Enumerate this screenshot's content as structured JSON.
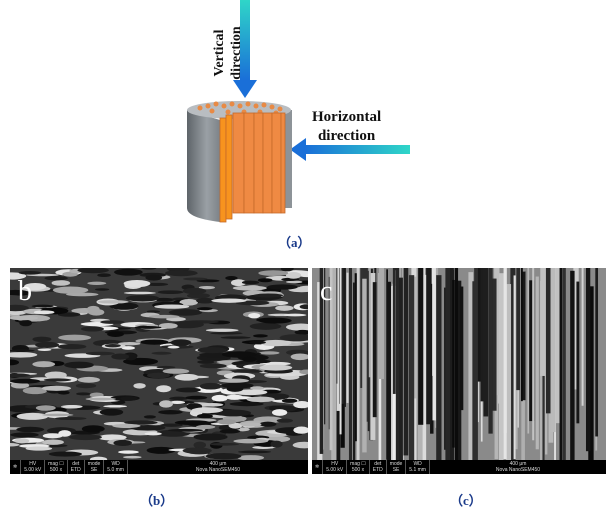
{
  "panel_a": {
    "vertical_label": [
      "Vertical",
      "direction"
    ],
    "horizontal_label": [
      "Horizontal",
      "direction"
    ],
    "caption": "（a）",
    "colors": {
      "arrow_start": "#2fd6c8",
      "arrow_end": "#1a6fd8",
      "cylinder": "#8a9096",
      "fiber": "#f08a3a"
    }
  },
  "panel_b": {
    "letter": "b",
    "caption": "（b）",
    "info": {
      "hv_label": "HV",
      "hv": "5.00 kV",
      "mag_label": "mag ☐",
      "mag": "500 x",
      "det_label": "det",
      "det": "ETD",
      "mode_label": "mode",
      "mode": "SE",
      "wd_label": "WD",
      "wd": "5.0 mm",
      "scale": "400 μm",
      "instrument": "Nova NanoSEM450"
    }
  },
  "panel_c": {
    "letter": "c",
    "caption": "（c）",
    "info": {
      "hv_label": "HV",
      "hv": "5.00 kV",
      "mag_label": "mag ☐",
      "mag": "500 x",
      "det_label": "det",
      "det": "ETD",
      "mode_label": "mode",
      "mode": "SE",
      "wd_label": "WD",
      "wd": "5.1 mm",
      "scale": "400 μm",
      "instrument": "Nova NanoSEM450"
    }
  }
}
